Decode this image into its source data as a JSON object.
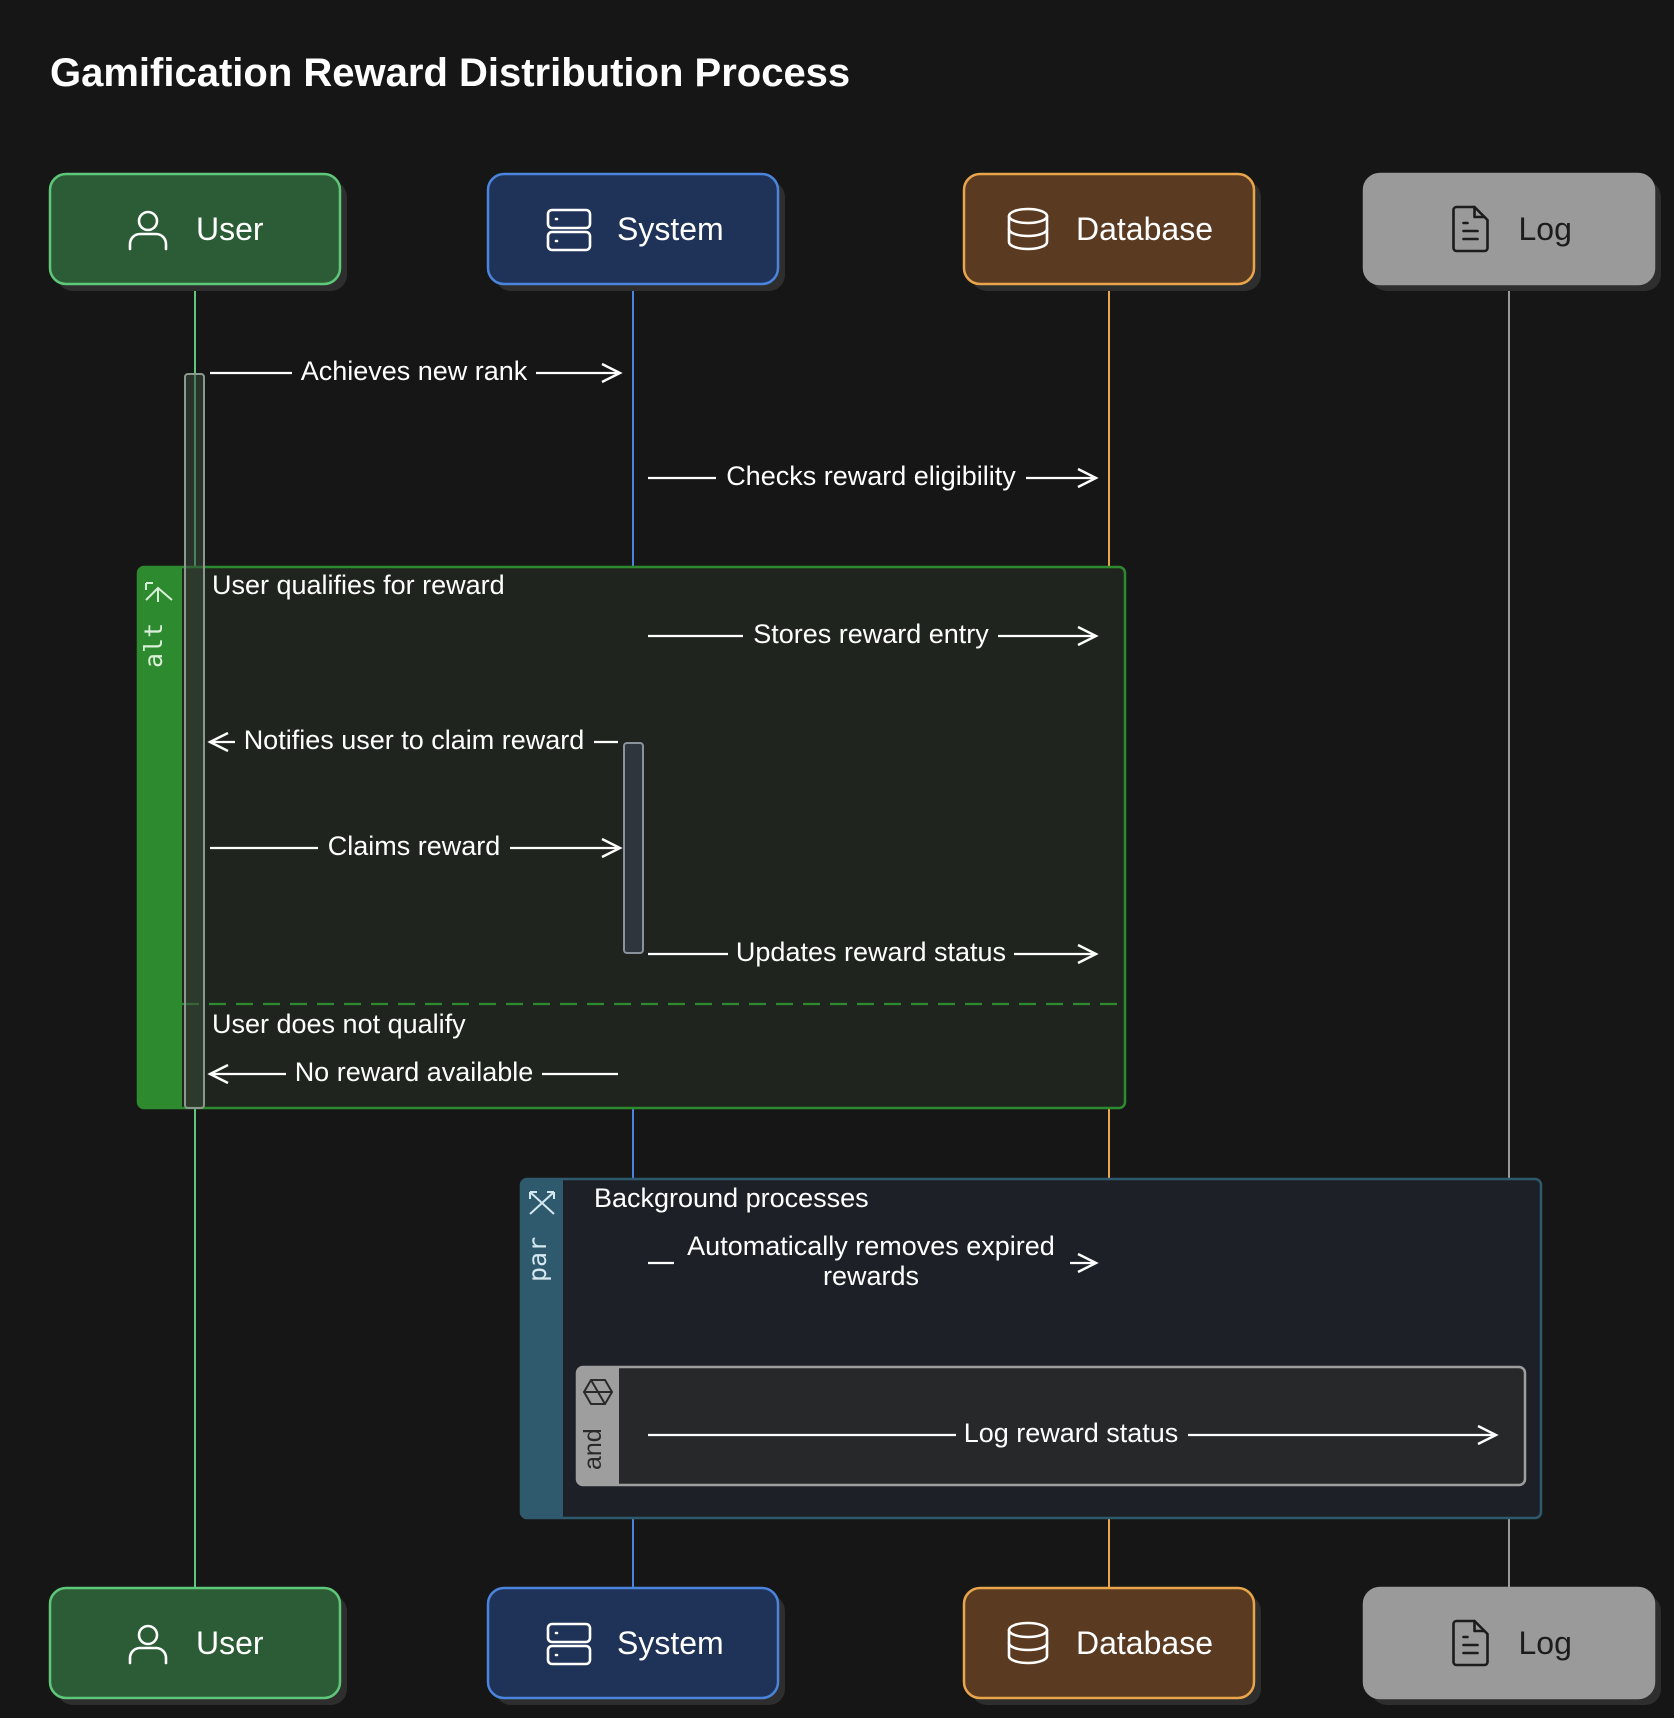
{
  "title": "Gamification Reward Distribution Process",
  "participants": [
    {
      "id": "user",
      "label": "User",
      "icon": "user-icon",
      "fill": "#2b5c35",
      "stroke": "#5fc77a"
    },
    {
      "id": "system",
      "label": "System",
      "icon": "server-icon",
      "fill": "#1f3258",
      "stroke": "#4a84dc"
    },
    {
      "id": "database",
      "label": "Database",
      "icon": "database-icon",
      "fill": "#5b3a22",
      "stroke": "#e9a54a"
    },
    {
      "id": "log",
      "label": "Log",
      "icon": "file-text-icon",
      "fill": "#9a9a9a",
      "stroke": "#9a9a9a"
    }
  ],
  "messages": [
    {
      "from": "user",
      "to": "system",
      "text": "Achieves new rank"
    },
    {
      "from": "system",
      "to": "database",
      "text": "Checks reward eligibility"
    },
    {
      "from": "system",
      "to": "database",
      "text": "Stores reward entry"
    },
    {
      "from": "system",
      "to": "user",
      "text": "Notifies user to claim reward"
    },
    {
      "from": "user",
      "to": "system",
      "text": "Claims reward"
    },
    {
      "from": "system",
      "to": "database",
      "text": "Updates reward status"
    },
    {
      "from": "system",
      "to": "user",
      "text": "No reward available"
    },
    {
      "from": "system",
      "to": "database",
      "text_lines": [
        "Automatically removes expired",
        "rewards"
      ]
    },
    {
      "from": "system",
      "to": "log",
      "text": "Log reward status"
    }
  ],
  "fragments": {
    "alt": {
      "keyword": "alt",
      "condition": "User qualifies for reward",
      "else_condition": "User does not qualify",
      "color": "#2e8a2e"
    },
    "par": {
      "keyword": "par",
      "condition": "Background processes",
      "color": "#2f5a6e"
    },
    "and": {
      "keyword": "and"
    }
  }
}
